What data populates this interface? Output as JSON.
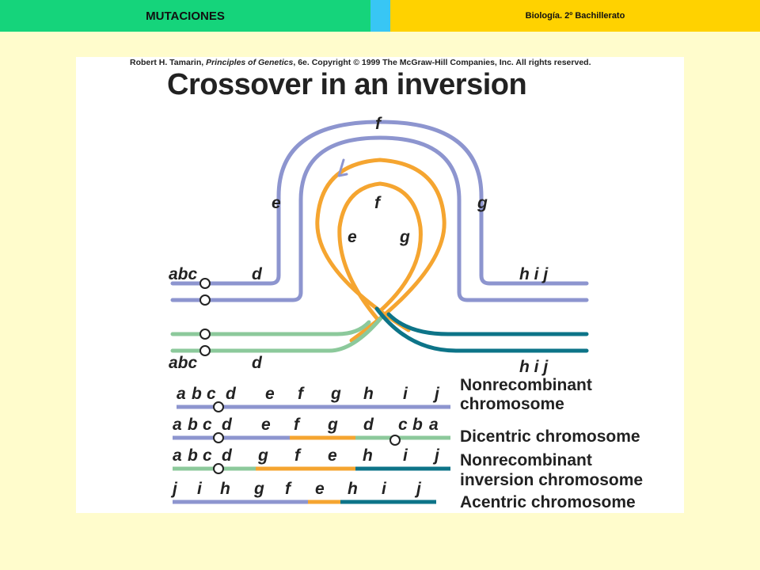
{
  "header": {
    "left_title": "MUTACIONES",
    "right_title": "Biología. 2º Bachillerato"
  },
  "figure": {
    "copyright_prefix": "Robert H. Tamarin, ",
    "copyright_book": "Principles of Genetics",
    "copyright_suffix": ", 6e.  Copyright © 1999 The McGraw-Hill Companies, Inc.  All rights reserved.",
    "title": "Crossover in an inversion",
    "loop_labels": {
      "outer_f": "f",
      "outer_e": "e",
      "outer_g": "g",
      "inner_f": "f",
      "inner_e": "e",
      "inner_g": "g",
      "top_abc": "abc",
      "top_d": "d",
      "top_hij": "h i j",
      "bot_abc": "abc",
      "bot_d": "d",
      "bot_hij": "h i j"
    },
    "products": [
      {
        "genes": [
          "a",
          "b",
          "c",
          "d",
          "e",
          "f",
          "g",
          "h",
          "i",
          "j"
        ],
        "label_lines": [
          "Nonrecombinant",
          "chromosome"
        ]
      },
      {
        "genes": [
          "a",
          "b",
          "c",
          "d",
          "e",
          "f",
          "g",
          "d",
          "c",
          "b",
          "a"
        ],
        "label_lines": [
          "Dicentric chromosome"
        ]
      },
      {
        "genes": [
          "a",
          "b",
          "c",
          "d",
          "g",
          "f",
          "e",
          "h",
          "i",
          "j"
        ],
        "label_lines": [
          "Nonrecombinant",
          "inversion chromosome"
        ]
      },
      {
        "genes": [
          "j",
          "i",
          "h",
          "g",
          "f",
          "e",
          "h",
          "i",
          "j"
        ],
        "label_lines": [
          "Acentric chromosome"
        ]
      }
    ]
  },
  "colors": {
    "blue": "#8d95cf",
    "orange": "#f5a530",
    "green": "#8cc99b",
    "teal": "#0d7488"
  }
}
